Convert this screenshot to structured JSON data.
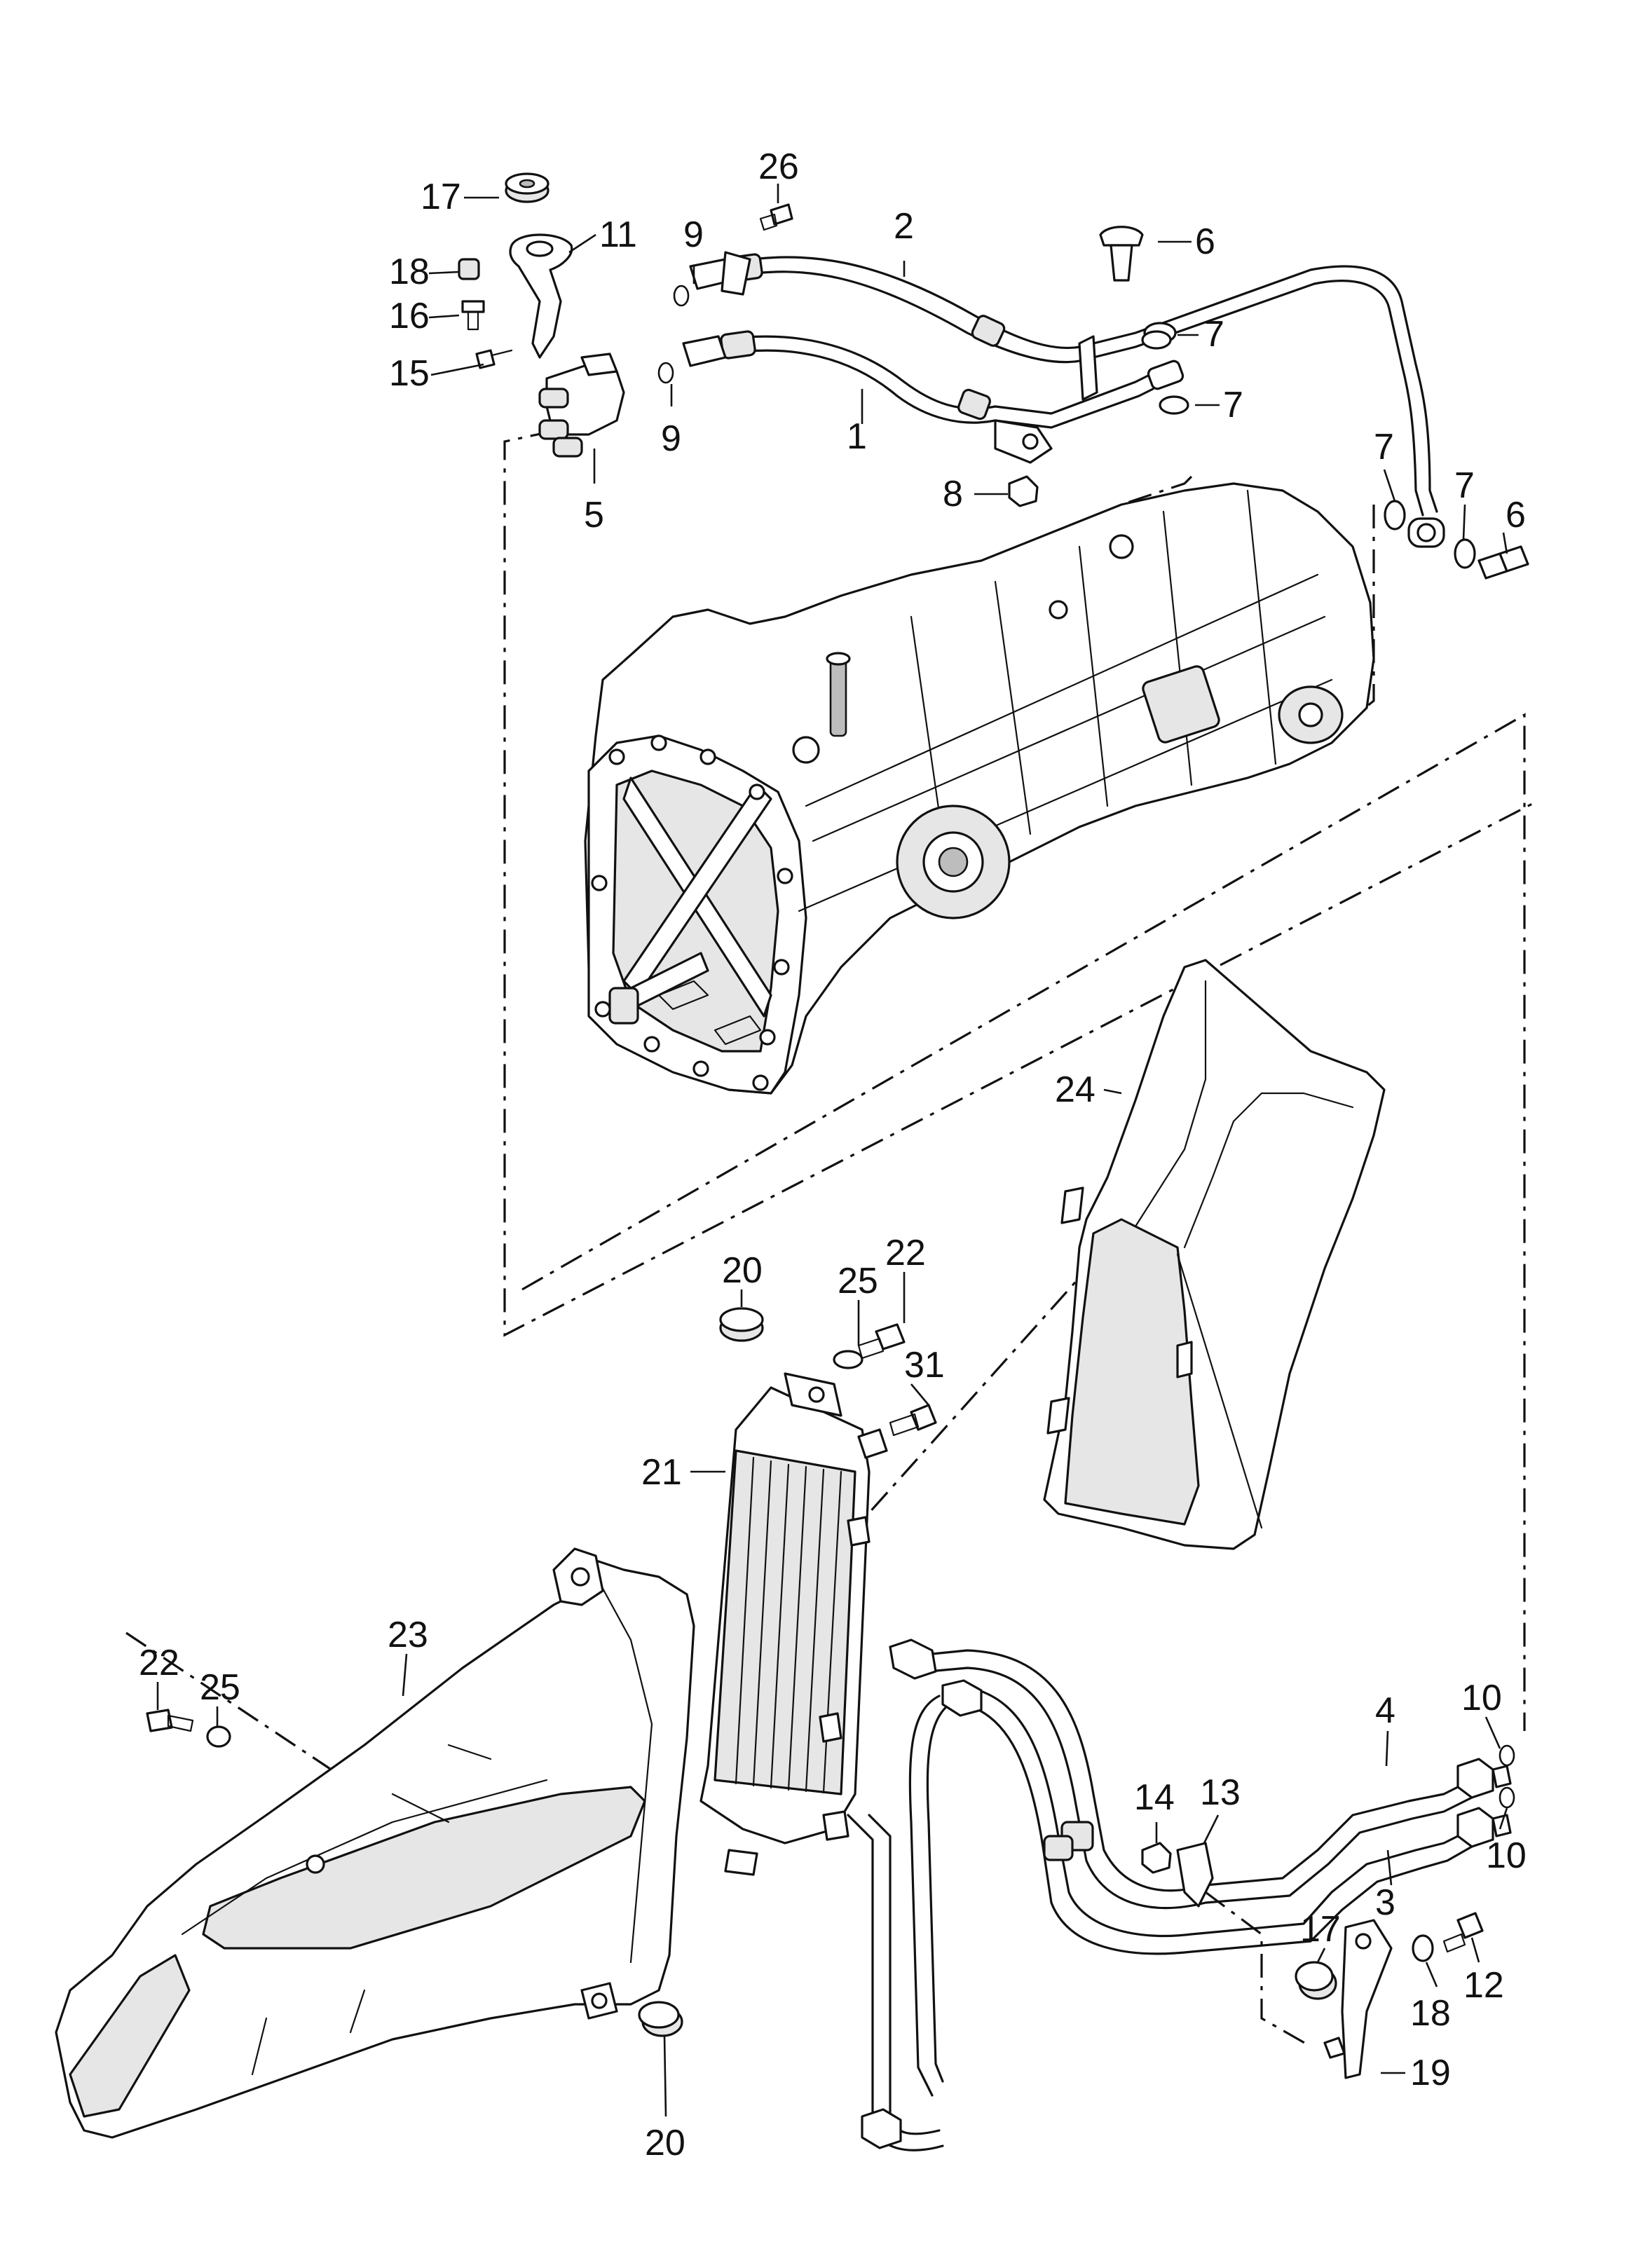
{
  "diagram": {
    "callouts": {
      "c1": "1",
      "c2": "2",
      "c3": "3",
      "c4": "4",
      "c5": "5",
      "c6a": "6",
      "c6b": "6",
      "c7a": "7",
      "c7b": "7",
      "c7c": "7",
      "c7d": "7",
      "c8": "8",
      "c9a": "9",
      "c9b": "9",
      "c10a": "10",
      "c10b": "10",
      "c11": "11",
      "c12": "12",
      "c13": "13",
      "c14": "14",
      "c15": "15",
      "c16": "16",
      "c17a": "17",
      "c17b": "17",
      "c18a": "18",
      "c18b": "18",
      "c19": "19",
      "c20a": "20",
      "c20b": "20",
      "c21": "21",
      "c22a": "22",
      "c22b": "22",
      "c23": "23",
      "c24": "24",
      "c25a": "25",
      "c25b": "25",
      "c26": "26",
      "c31": "31"
    }
  }
}
